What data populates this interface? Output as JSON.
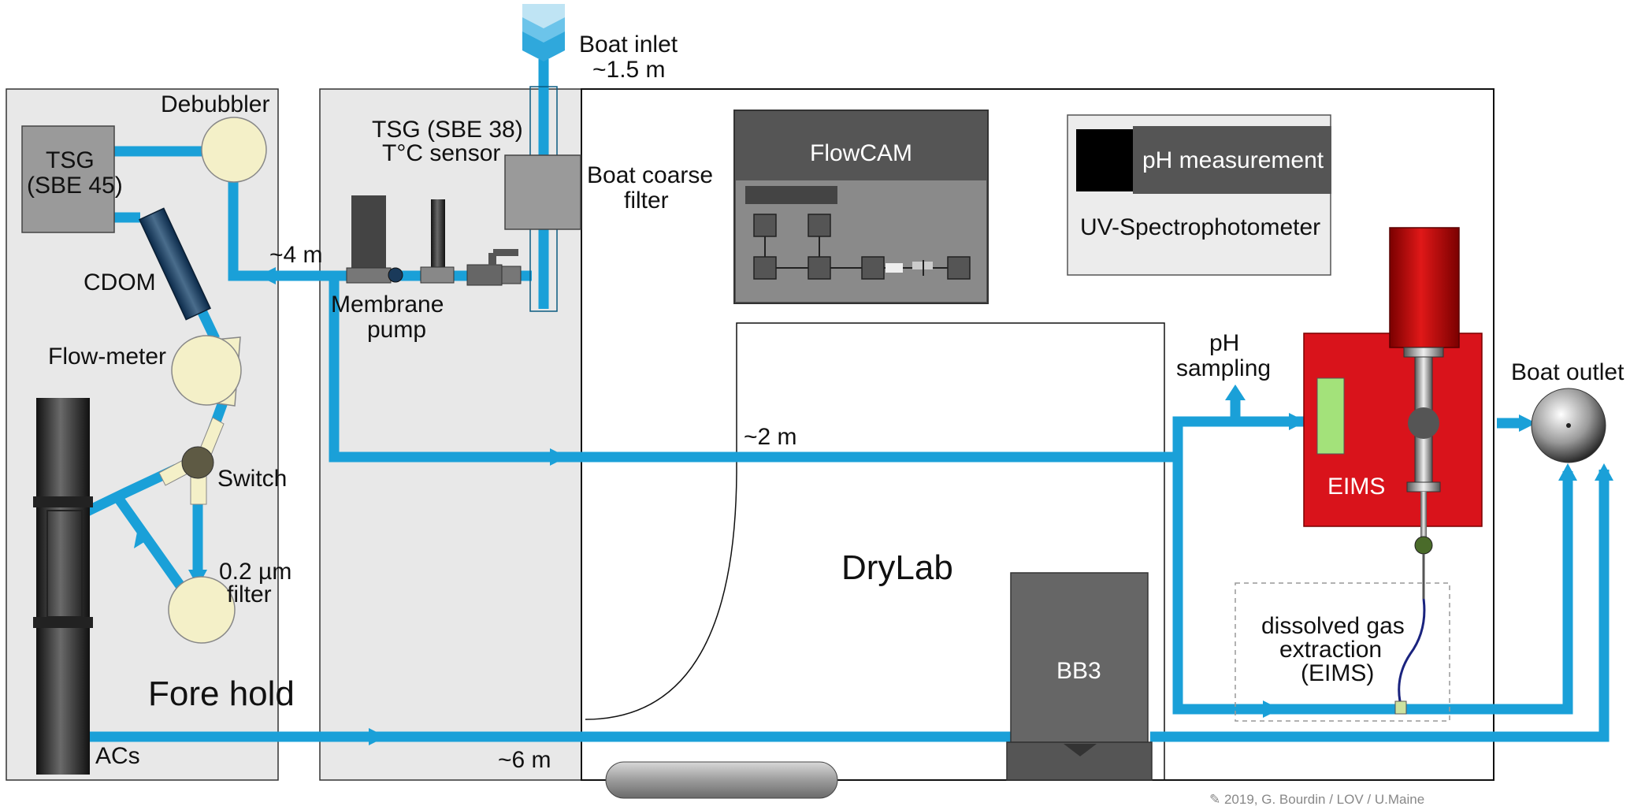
{
  "colors": {
    "pipe": "#1aa0d8",
    "panel": "#e8e8e8",
    "instrument_gray": "#9a9a9a",
    "dark_gray": "#555555",
    "cream": "#f4f0c8",
    "eims_red": "#d9131b",
    "eims_green": "#a3e27a"
  },
  "labels": {
    "boat_inlet_line1": "Boat inlet",
    "boat_inlet_line2": "~1.5 m",
    "debubbler": "Debubbler",
    "tsg45_line1": "TSG",
    "tsg45_line2": "(SBE 45)",
    "tsg38_line1": "TSG (SBE 38)",
    "tsg38_line2": "T°C sensor",
    "boat_coarse_filter_line1": "Boat coarse",
    "boat_coarse_filter_line2": "filter",
    "dist_4m": "~4 m",
    "cdom": "CDOM",
    "membrane_pump_line1": "Membrane",
    "membrane_pump_line2": "pump",
    "flow_meter": "Flow-meter",
    "switch": "Switch",
    "filter_line1": "0.2 µm",
    "filter_line2": "filter",
    "fore_hold": "Fore hold",
    "acs": "ACs",
    "dist_6m": "~6 m",
    "flowcam": "FlowCAM",
    "ph_measurement": "pH measurement",
    "uv_spectro": "UV-Spectrophotometer",
    "ph_sampling_line1": "pH",
    "ph_sampling_line2": "sampling",
    "dist_2m": "~2 m",
    "eims": "EIMS",
    "boat_outlet": "Boat outlet",
    "drylab": "DryLab",
    "bb3": "BB3",
    "dge_line1": "dissolved gas",
    "dge_line2": "extraction",
    "dge_line3": "(EIMS)",
    "credit": "✎ 2019, G. Bourdin / LOV / U.Maine"
  }
}
